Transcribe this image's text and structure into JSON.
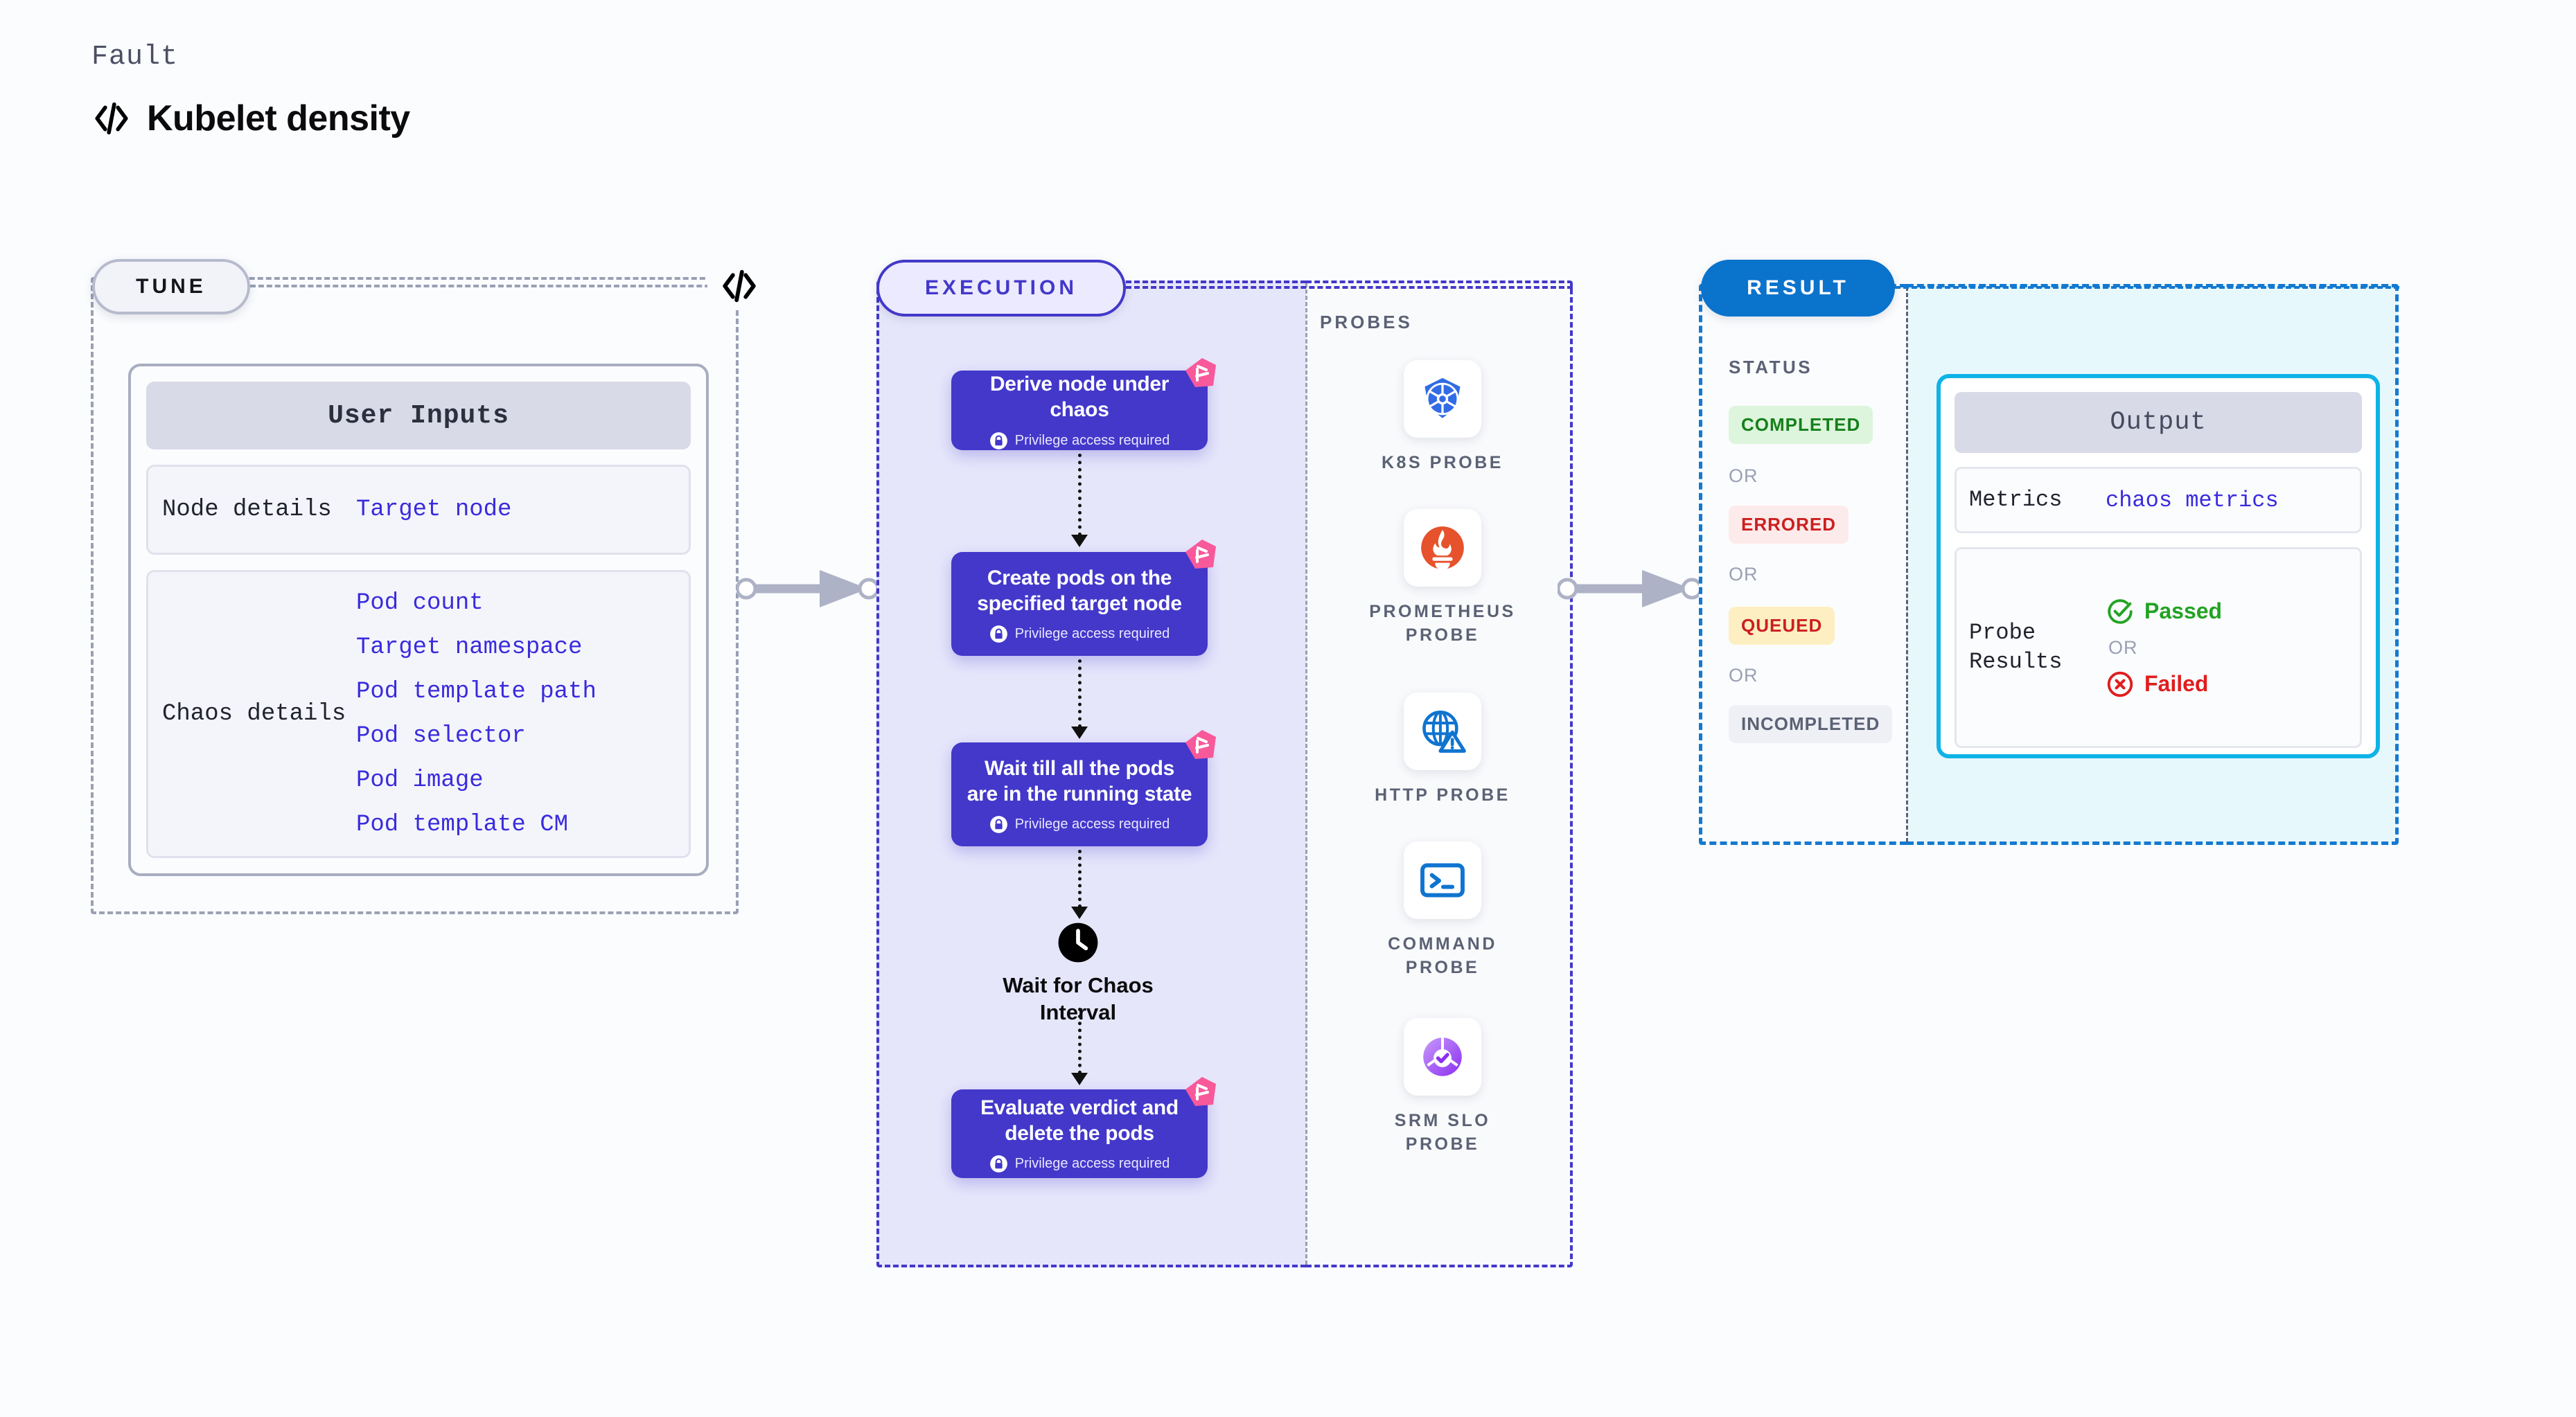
{
  "header": {
    "kicker": "Fault",
    "title": "Kubelet density",
    "icon": "code-icon"
  },
  "tune": {
    "pill_label": "TUNE",
    "border_icon": "code-icon",
    "card_header": "User Inputs",
    "groups": [
      {
        "label": "Node details",
        "values": [
          "Target node"
        ]
      },
      {
        "label": "Chaos details",
        "values": [
          "Pod count",
          "Target namespace",
          "Pod template path",
          "Pod selector",
          "Pod image",
          "Pod template CM"
        ]
      }
    ]
  },
  "execution": {
    "pill_label": "EXECUTION",
    "privilege_note": "Privilege access required",
    "steps": [
      {
        "title": "Derive node under chaos",
        "privilege": true
      },
      {
        "title": "Create pods on the specified target node",
        "privilege": true
      },
      {
        "title": "Wait till all the pods are in the running state",
        "privilege": true
      },
      {
        "title": "Evaluate verdict and delete the pods",
        "privilege": true
      }
    ],
    "wait": {
      "icon": "clock-icon",
      "label": "Wait for Chaos Interval"
    }
  },
  "probes": {
    "title": "PROBES",
    "items": [
      {
        "label": "K8S PROBE",
        "icon": "kubernetes-icon"
      },
      {
        "label": "PROMETHEUS PROBE",
        "icon": "prometheus-icon"
      },
      {
        "label": "HTTP PROBE",
        "icon": "globe-warning-icon"
      },
      {
        "label": "COMMAND PROBE",
        "icon": "terminal-icon"
      },
      {
        "label": "SRM SLO PROBE",
        "icon": "srm-slo-icon"
      }
    ]
  },
  "result": {
    "pill_label": "RESULT",
    "status_title": "STATUS",
    "or_label": "OR",
    "statuses": [
      {
        "label": "COMPLETED",
        "color": "#16801a",
        "bg": "#dcf5dc"
      },
      {
        "label": "ERRORED",
        "color": "#cb1f1f",
        "bg": "#fdeaea"
      },
      {
        "label": "QUEUED",
        "color": "#cb1f1f",
        "bg": "#fdefc2"
      },
      {
        "label": "INCOMPLETED",
        "color": "#5b6275",
        "bg": "#eef0f5"
      }
    ]
  },
  "output": {
    "header": "Output",
    "metrics_label": "Metrics",
    "metrics_value": "chaos metrics",
    "probe_results_label": "Probe Results",
    "passed_label": "Passed",
    "failed_label": "Failed",
    "or_label": "OR"
  },
  "colors": {
    "page_bg": "#fbfcfe",
    "tune_border": "#9aa0b4",
    "execution_accent": "#4338ca",
    "execution_bg": "#e6e6fb",
    "result_accent": "#1479d0",
    "output_bg": "#e7f8fd",
    "output_card_border": "#0fb3e6",
    "value_text": "#3a2bdd",
    "flag_pink": "#f8599a"
  }
}
